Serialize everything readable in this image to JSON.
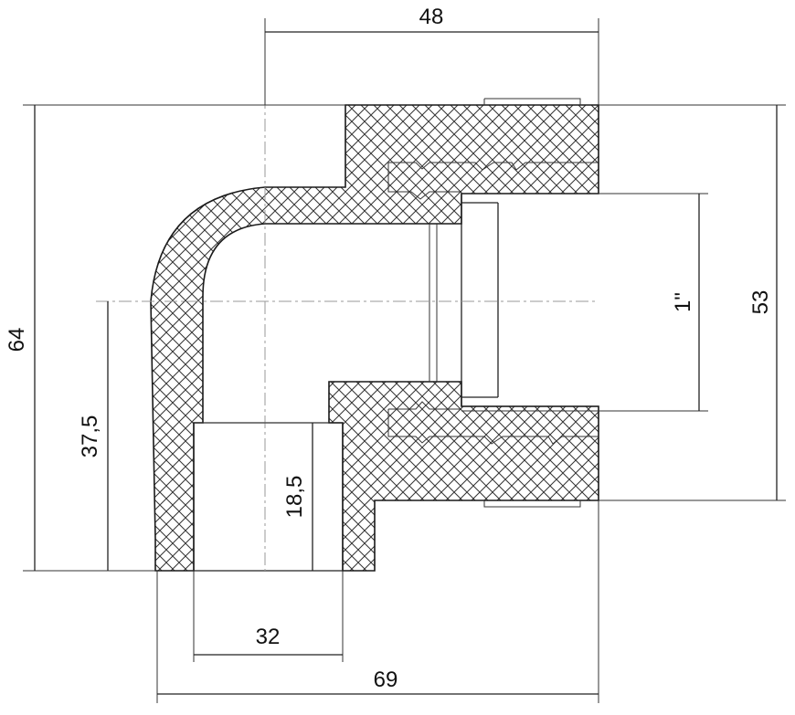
{
  "dimensions": {
    "top_width": "48",
    "total_height": "64",
    "right_height": "53",
    "thread_size": "1\"",
    "left_height": "37,5",
    "socket_depth": "18,5",
    "socket_width": "32",
    "total_width": "69"
  },
  "colors": {
    "line": "#222222",
    "hatch": "#333333",
    "background": "#ffffff"
  }
}
